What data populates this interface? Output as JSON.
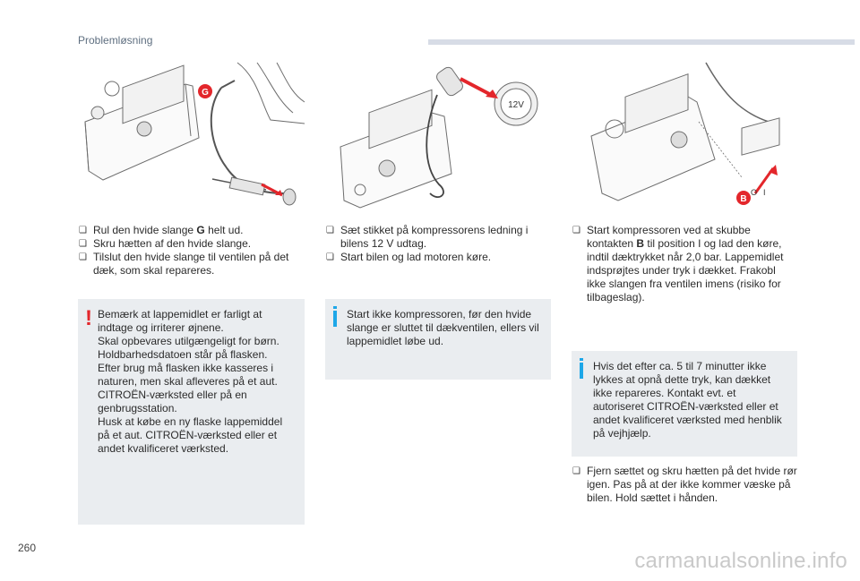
{
  "header": {
    "section_title": "Problemløsning"
  },
  "page_number": "260",
  "watermark": "carmanualsonline.info",
  "illustrations": {
    "left": {
      "label_g": "G"
    },
    "middle": {
      "label_12v": "12V"
    },
    "right": {
      "label_b": "B",
      "switch_off": "O",
      "switch_on": "I"
    }
  },
  "column1": {
    "bullets": [
      {
        "pre": "Rul den hvide slange ",
        "bold": "G",
        "post": " helt ud."
      },
      {
        "pre": "Skru hætten af den hvide slange.",
        "bold": "",
        "post": ""
      },
      {
        "pre": "Tilslut den hvide slange til ventilen på det dæk, som skal repareres.",
        "bold": "",
        "post": ""
      }
    ],
    "warning": "Bemærk at lappemidlet er farligt at indtage og irriterer øjnene.\nSkal opbevares utilgængeligt for børn.\nHoldbarhedsdatoen står på flasken.\nEfter brug må flasken ikke kasseres i naturen, men skal afleveres på et aut. CITROËN-værksted eller på en genbrugsstation.\nHusk at købe en ny flaske lappemiddel på et aut. CITROËN-værksted eller et andet kvalificeret værksted."
  },
  "column2": {
    "bullets": [
      {
        "pre": "Sæt stikket på kompressorens ledning i bilens 12 V udtag.",
        "bold": "",
        "post": ""
      },
      {
        "pre": "Start bilen og lad motoren køre.",
        "bold": "",
        "post": ""
      }
    ],
    "info": "Start ikke kompressoren, før den hvide slange er sluttet til dækventilen, ellers vil lappemidlet løbe ud."
  },
  "column3": {
    "bullets": [
      {
        "pre": "Start kompressoren ved at skubbe kontakten ",
        "bold": "B",
        "post": " til position I og lad den køre, indtil dæktrykket når 2,0 bar. Lappemidlet indsprøjtes under tryk i dækket. Frakobl ikke slangen fra ventilen imens (risiko for tilbageslag)."
      }
    ],
    "info": "Hvis det efter ca. 5 til 7 minutter ikke lykkes at opnå dette tryk, kan dækket ikke repareres. Kontakt evt. et autoriseret CITROËN-værksted eller et andet kvalificeret værksted med henblik på vejhjælp.",
    "final_bullets": [
      {
        "pre": "Fjern sættet og skru hætten på det hvide rør igen. Pas på at der ikke kommer væske på bilen. Hold sættet i hånden.",
        "bold": "",
        "post": ""
      }
    ]
  },
  "icons": {
    "bullet": "checkbox-bullet-icon",
    "warning": "exclamation-icon",
    "info": "info-icon"
  },
  "colors": {
    "accent_red": "#e3262b",
    "info_blue": "#1ea7e8",
    "box_bg": "#eaedf0"
  }
}
